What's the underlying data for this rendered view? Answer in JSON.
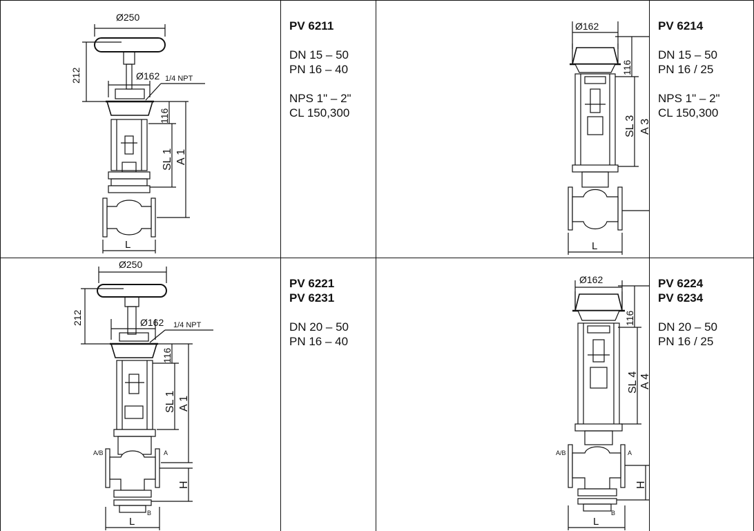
{
  "rows": [
    {
      "left": {
        "drawing": {
          "handwheel_dia": "Ø250",
          "height": "212",
          "actuator_dia": "Ø162",
          "port": "1/4 NPT",
          "yoke": "116",
          "stroke": "SL 1",
          "overall": "A 1",
          "length": "L"
        },
        "spec": {
          "models": [
            "PV 6211"
          ],
          "lines_a": [
            "DN 15 – 50",
            "PN 16 – 40"
          ],
          "lines_b": [
            "NPS 1\" – 2\"",
            "CL 150,300"
          ]
        }
      },
      "right": {
        "drawing": {
          "actuator_dia": "Ø162",
          "yoke": "116",
          "stroke": "SL 3",
          "overall": "A 3",
          "length": "L"
        },
        "spec": {
          "models": [
            "PV 6214"
          ],
          "lines_a": [
            "DN 15 – 50",
            "PN 16 / 25"
          ],
          "lines_b": [
            "NPS 1\" – 2\"",
            "CL 150,300"
          ]
        }
      }
    },
    {
      "left": {
        "drawing": {
          "handwheel_dia": "Ø250",
          "height": "212",
          "actuator_dia": "Ø162",
          "port": "1/4 NPT",
          "yoke": "116",
          "stroke": "SL 1",
          "overall": "A 1",
          "port_ab": "A/B",
          "port_a": "A",
          "port_b": "B",
          "height_h": "H",
          "length": "L"
        },
        "spec": {
          "models": [
            "PV 6221",
            "PV 6231"
          ],
          "lines_a": [
            "DN 20 – 50",
            "PN 16 – 40"
          ]
        }
      },
      "right": {
        "drawing": {
          "actuator_dia": "Ø162",
          "yoke": "116",
          "stroke": "SL 4",
          "overall": "A 4",
          "port_ab": "A/B",
          "port_a": "A",
          "port_b": "B",
          "height_h": "H",
          "length": "L"
        },
        "spec": {
          "models": [
            "PV 6224",
            "PV 6234"
          ],
          "lines_a": [
            "DN 20 – 50",
            "PN 16 / 25"
          ]
        }
      }
    }
  ]
}
